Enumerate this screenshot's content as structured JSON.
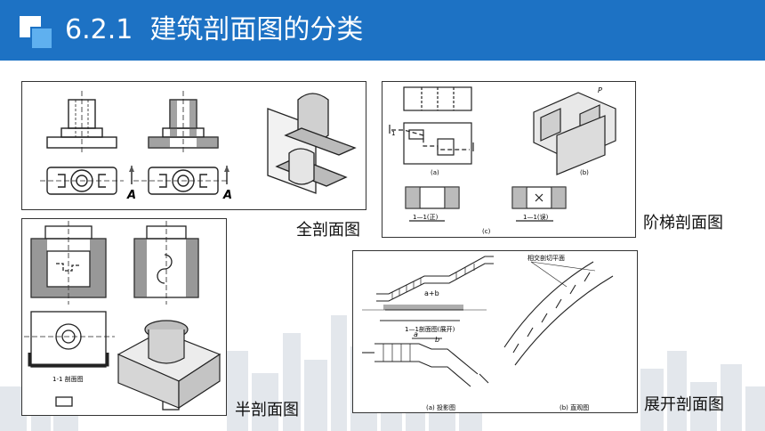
{
  "header": {
    "title": "6.2.1  建筑剖面图的分类",
    "accent_color": "#1d72c4",
    "logo_icon": "stacked-squares-icon"
  },
  "captions": {
    "full_section": "全剖面图",
    "stepped_section": "阶梯剖面图",
    "half_section": "半剖面图",
    "unfolded_section": "展开剖面图"
  },
  "figures": {
    "full": {
      "label_a_left": "A",
      "label_a_right": "A"
    },
    "stepped": {
      "label_a": "(a)",
      "label_b": "(b)",
      "label_c": "(c)",
      "label_p": "P",
      "sec_front": "1—1(正)",
      "sec_wrong": "1—1(误)",
      "cut_1": "1"
    },
    "half": {
      "section_label": "1-1 剖面图"
    },
    "unfolded": {
      "dim_ab": "a+b",
      "sec_label": "1—1剖面图(展开)",
      "dim_a": "a",
      "dim_b": "b",
      "plane_label": "相交剖切平面",
      "proj_label": "(a) 投影图",
      "view_label": "(b) 直观图"
    }
  }
}
